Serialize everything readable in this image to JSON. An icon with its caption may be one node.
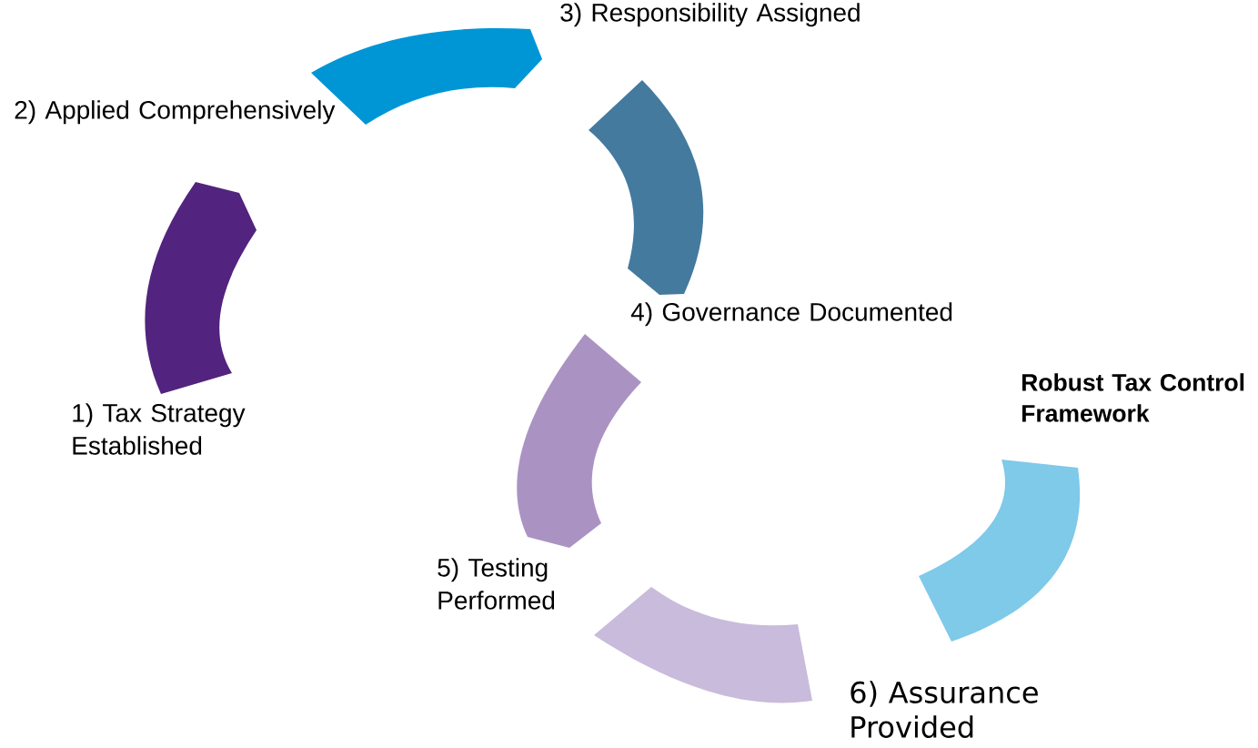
{
  "diagram": {
    "nodes": [
      {
        "text": [],
        "shape": "arc",
        "beside": [
          "1) Tax Strategy Established"
        ]
      },
      {
        "text": [],
        "shape": "arc",
        "beside": [
          "2) Applied Comprehensively"
        ]
      },
      {
        "text": [],
        "shape": "arc"
      },
      {
        "text": [],
        "shape": "arc",
        "beside": [
          "5) Testing Performed"
        ]
      },
      {
        "text": [],
        "shape": "arc"
      },
      {
        "text": [],
        "shape": "arc",
        "beside": [
          "Robust Tax Control Framework"
        ]
      }
    ],
    "labels": [
      "3) Responsibility Assigned",
      "4) Governance Documented",
      "6) Assurance Provided"
    ]
  }
}
